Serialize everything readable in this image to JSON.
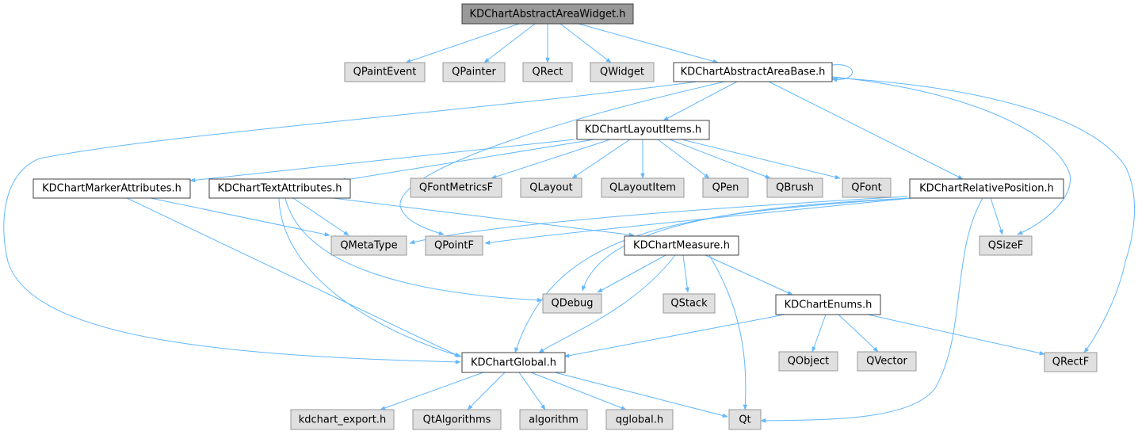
{
  "diagram": {
    "type": "include-dependency-graph",
    "colors": {
      "edge": "#63b8ff",
      "root_fill": "#999999",
      "header_fill": "#ffffff",
      "system_fill": "#e0e0e0",
      "header_border": "#404040",
      "system_border": "#999999"
    },
    "nodes": {
      "root": "KDChartAbstractAreaWidget.h",
      "qpaintevent": "QPaintEvent",
      "qpainter": "QPainter",
      "qrect": "QRect",
      "qwidget": "QWidget",
      "areabase": "KDChartAbstractAreaBase.h",
      "layoutitems": "KDChartLayoutItems.h",
      "markerattrs": "KDChartMarkerAttributes.h",
      "textattrs": "KDChartTextAttributes.h",
      "qfontmetricsf": "QFontMetricsF",
      "qlayout": "QLayout",
      "qlayoutitem": "QLayoutItem",
      "qpen": "QPen",
      "qbrush": "QBrush",
      "qfont": "QFont",
      "relpos": "KDChartRelativePosition.h",
      "qmetatype": "QMetaType",
      "qpointf": "QPointF",
      "measure": "KDChartMeasure.h",
      "qsizef": "QSizeF",
      "qdebug": "QDebug",
      "qstack": "QStack",
      "enums": "KDChartEnums.h",
      "global": "KDChartGlobal.h",
      "qobject": "QObject",
      "qvector": "QVector",
      "qrectf": "QRectF",
      "kdchart_export": "kdchart_export.h",
      "qtalgorithms": "QtAlgorithms",
      "algorithm": "algorithm",
      "qglobal": "qglobal.h",
      "qt": "Qt"
    }
  }
}
